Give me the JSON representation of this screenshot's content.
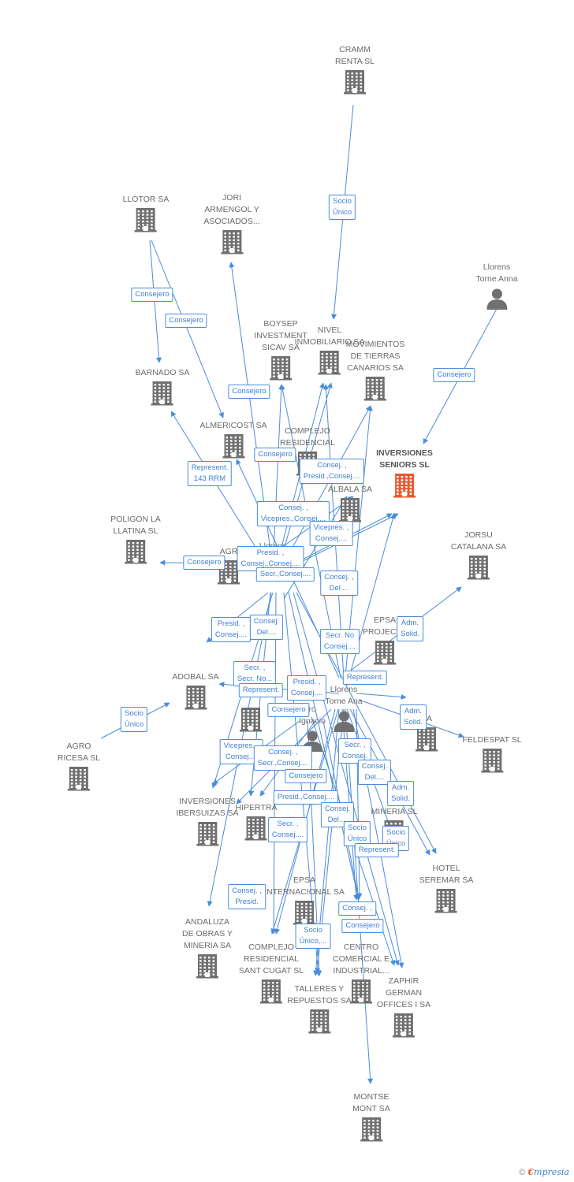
{
  "colors": {
    "edge": "#4a8cdb",
    "building": "#707070",
    "focus_building": "#e8592e",
    "person": "#707070"
  },
  "nodes": [
    {
      "id": "cramm",
      "kind": "company",
      "lines": [
        "CRAMM",
        "RENTA SL"
      ]
    },
    {
      "id": "llotor",
      "kind": "company",
      "lines": [
        "LLOTOR SA"
      ]
    },
    {
      "id": "jori",
      "kind": "company",
      "lines": [
        "JORI",
        "ARMENGOL Y",
        "ASOCIADOS..."
      ]
    },
    {
      "id": "llorens1",
      "kind": "person",
      "lines": [
        "Llorens",
        "Torne Anna"
      ]
    },
    {
      "id": "boysep",
      "kind": "company",
      "lines": [
        "BOYSEP",
        "INVESTMENT",
        "SICAV SA"
      ]
    },
    {
      "id": "nivel",
      "kind": "company",
      "lines": [
        "NIVEL",
        "INMOBILIARIO SA"
      ]
    },
    {
      "id": "movimientos",
      "kind": "company",
      "lines": [
        "MOVIMIENTOS",
        "DE TIERRAS",
        "CANARIOS SA"
      ]
    },
    {
      "id": "barnado",
      "kind": "company",
      "lines": [
        "BARNADO SA"
      ]
    },
    {
      "id": "almericost",
      "kind": "company",
      "lines": [
        "ALMERICOST SA"
      ]
    },
    {
      "id": "complejo1",
      "kind": "company",
      "lines": [
        "COMPLEJO",
        "RESIDENCIAL"
      ]
    },
    {
      "id": "inversiones",
      "kind": "focus",
      "lines": [
        "INVERSIONES",
        "SENIORS SL"
      ]
    },
    {
      "id": "albala",
      "kind": "company",
      "lines": [
        "ALBALA SA"
      ]
    },
    {
      "id": "poligon",
      "kind": "company",
      "lines": [
        "POLIGON LA",
        "LLATINA SL"
      ]
    },
    {
      "id": "agro2",
      "kind": "company",
      "lines": [
        "AGR"
      ]
    },
    {
      "id": "llorens_p",
      "kind": "person",
      "lines": [
        "Llorens"
      ]
    },
    {
      "id": "jorsu",
      "kind": "company",
      "lines": [
        "JORSU",
        "CATALANA SA"
      ]
    },
    {
      "id": "epsa_p",
      "kind": "company",
      "lines": [
        "EPSA",
        "PROJECTE"
      ]
    },
    {
      "id": "adobal",
      "kind": "company",
      "lines": [
        "ADOBAL SA"
      ]
    },
    {
      "id": "llorens2",
      "kind": "person",
      "lines": [
        "Llorens",
        "Torne Ana"
      ]
    },
    {
      "id": "ignacio",
      "kind": "person",
      "lines": [
        "ro",
        "Ignacio"
      ]
    },
    {
      "id": "sl_right",
      "kind": "company",
      "lines": [
        "SA"
      ]
    },
    {
      "id": "feldespat",
      "kind": "company",
      "lines": [
        "FELDESPAT SL"
      ]
    },
    {
      "id": "agroricesa",
      "kind": "company",
      "lines": [
        "AGRO",
        "RICESA SL"
      ]
    },
    {
      "id": "mid_b",
      "kind": "company",
      "lines": [
        ""
      ]
    },
    {
      "id": "ibersuizas",
      "kind": "company",
      "lines": [
        "INVERSIONES",
        "IBERSUIZAS SA"
      ]
    },
    {
      "id": "hipertra",
      "kind": "company",
      "lines": [
        "HIPERTRA"
      ]
    },
    {
      "id": "mineria1",
      "kind": "company",
      "lines": [
        "MINERIA SL"
      ]
    },
    {
      "id": "hotel",
      "kind": "company",
      "lines": [
        "HOTEL",
        "SEREMAR SA"
      ]
    },
    {
      "id": "epsa_int",
      "kind": "company",
      "lines": [
        "EPSA",
        "INTERNACIONAL SA"
      ]
    },
    {
      "id": "andaluza",
      "kind": "company",
      "lines": [
        "ANDALUZA",
        "DE OBRAS Y",
        "MINERIA SA"
      ]
    },
    {
      "id": "complejo2",
      "kind": "company",
      "lines": [
        "COMPLEJO",
        "RESIDENCIAL",
        "SANT CUGAT SL"
      ]
    },
    {
      "id": "centro",
      "kind": "company",
      "lines": [
        "CENTRO",
        "COMERCIAL E",
        "INDUSTRIAL..."
      ]
    },
    {
      "id": "talleres",
      "kind": "company",
      "lines": [
        "TALLERES Y",
        "REPUESTOS SA"
      ]
    },
    {
      "id": "zaphir",
      "kind": "company",
      "lines": [
        "ZAPHIR",
        "GERMAN",
        "OFFICES I SA"
      ]
    },
    {
      "id": "montse",
      "kind": "company",
      "lines": [
        "MONTSE",
        "MONT SA"
      ]
    }
  ],
  "relations": [
    {
      "id": "r1",
      "lines": [
        "Socio",
        "Único"
      ]
    },
    {
      "id": "r2",
      "lines": [
        "Consejero"
      ]
    },
    {
      "id": "r3",
      "lines": [
        "Consejero"
      ]
    },
    {
      "id": "r4",
      "lines": [
        "Consejero"
      ]
    },
    {
      "id": "r5",
      "lines": [
        "Consejero"
      ]
    },
    {
      "id": "r6",
      "lines": [
        "Consejero"
      ]
    },
    {
      "id": "r7",
      "lines": [
        "Represent.",
        "143 RRM"
      ]
    },
    {
      "id": "r8",
      "lines": [
        "Consej. ,",
        "Presid.,Consej...."
      ]
    },
    {
      "id": "r9",
      "lines": [
        "Consej. ,",
        "Vicepres.,Consej...."
      ]
    },
    {
      "id": "r10",
      "lines": [
        "Vicepres. ,",
        "Consej...."
      ]
    },
    {
      "id": "r11",
      "lines": [
        "Consejero"
      ]
    },
    {
      "id": "r12",
      "lines": [
        "Presid. ,",
        "Consej.,Consej...."
      ]
    },
    {
      "id": "r13",
      "lines": [
        "Secr.,Consej...."
      ]
    },
    {
      "id": "r14",
      "lines": [
        "Consej. ,",
        "Del...."
      ]
    },
    {
      "id": "r15",
      "lines": [
        "Adm.",
        "Solid."
      ]
    },
    {
      "id": "r16",
      "lines": [
        "Presid. ,",
        "Consej...."
      ]
    },
    {
      "id": "r17",
      "lines": [
        "Consej.",
        "Del...."
      ]
    },
    {
      "id": "r18",
      "lines": [
        "Secr. No",
        "Consej...."
      ]
    },
    {
      "id": "r19",
      "lines": [
        "Secr. ,",
        "Secr. No..."
      ]
    },
    {
      "id": "r20",
      "lines": [
        "Represent."
      ]
    },
    {
      "id": "r21",
      "lines": [
        "Represent."
      ]
    },
    {
      "id": "r22",
      "lines": [
        "Presid. ,",
        "Consej...."
      ]
    },
    {
      "id": "r23",
      "lines": [
        "Consejero"
      ]
    },
    {
      "id": "r24",
      "lines": [
        "Socio",
        "Único"
      ]
    },
    {
      "id": "r25",
      "lines": [
        "Adm.",
        "Solid."
      ]
    },
    {
      "id": "r26",
      "lines": [
        "Vicepres. ,",
        "Consej...."
      ]
    },
    {
      "id": "r27",
      "lines": [
        "Consej. ,",
        "Secr.,Consej...."
      ]
    },
    {
      "id": "r28",
      "lines": [
        "Secr. ,",
        "Consej."
      ]
    },
    {
      "id": "r29",
      "lines": [
        "Consejero"
      ]
    },
    {
      "id": "r30",
      "lines": [
        "Consej.",
        "Del...."
      ]
    },
    {
      "id": "r31",
      "lines": [
        "Adm.",
        "Solid."
      ]
    },
    {
      "id": "r32",
      "lines": [
        "Presid.,Consej...."
      ]
    },
    {
      "id": "r33",
      "lines": [
        "Consej.",
        "Del...."
      ]
    },
    {
      "id": "r34",
      "lines": [
        "Secr. ,",
        "Consej...."
      ]
    },
    {
      "id": "r35",
      "lines": [
        "Socio",
        "Único"
      ]
    },
    {
      "id": "r36",
      "lines": [
        "Socio",
        "Único"
      ]
    },
    {
      "id": "r37",
      "lines": [
        "Represent."
      ]
    },
    {
      "id": "r38",
      "lines": [
        "Consej. ,",
        "Presid."
      ]
    },
    {
      "id": "r39",
      "lines": [
        "Socio",
        "Único,..."
      ]
    },
    {
      "id": "r40",
      "lines": [
        "Consej. ,"
      ]
    },
    {
      "id": "r41",
      "lines": [
        "Consejero"
      ]
    }
  ],
  "footer": {
    "copyright": "©",
    "brand_e": "€",
    "brand": "mpresia"
  }
}
